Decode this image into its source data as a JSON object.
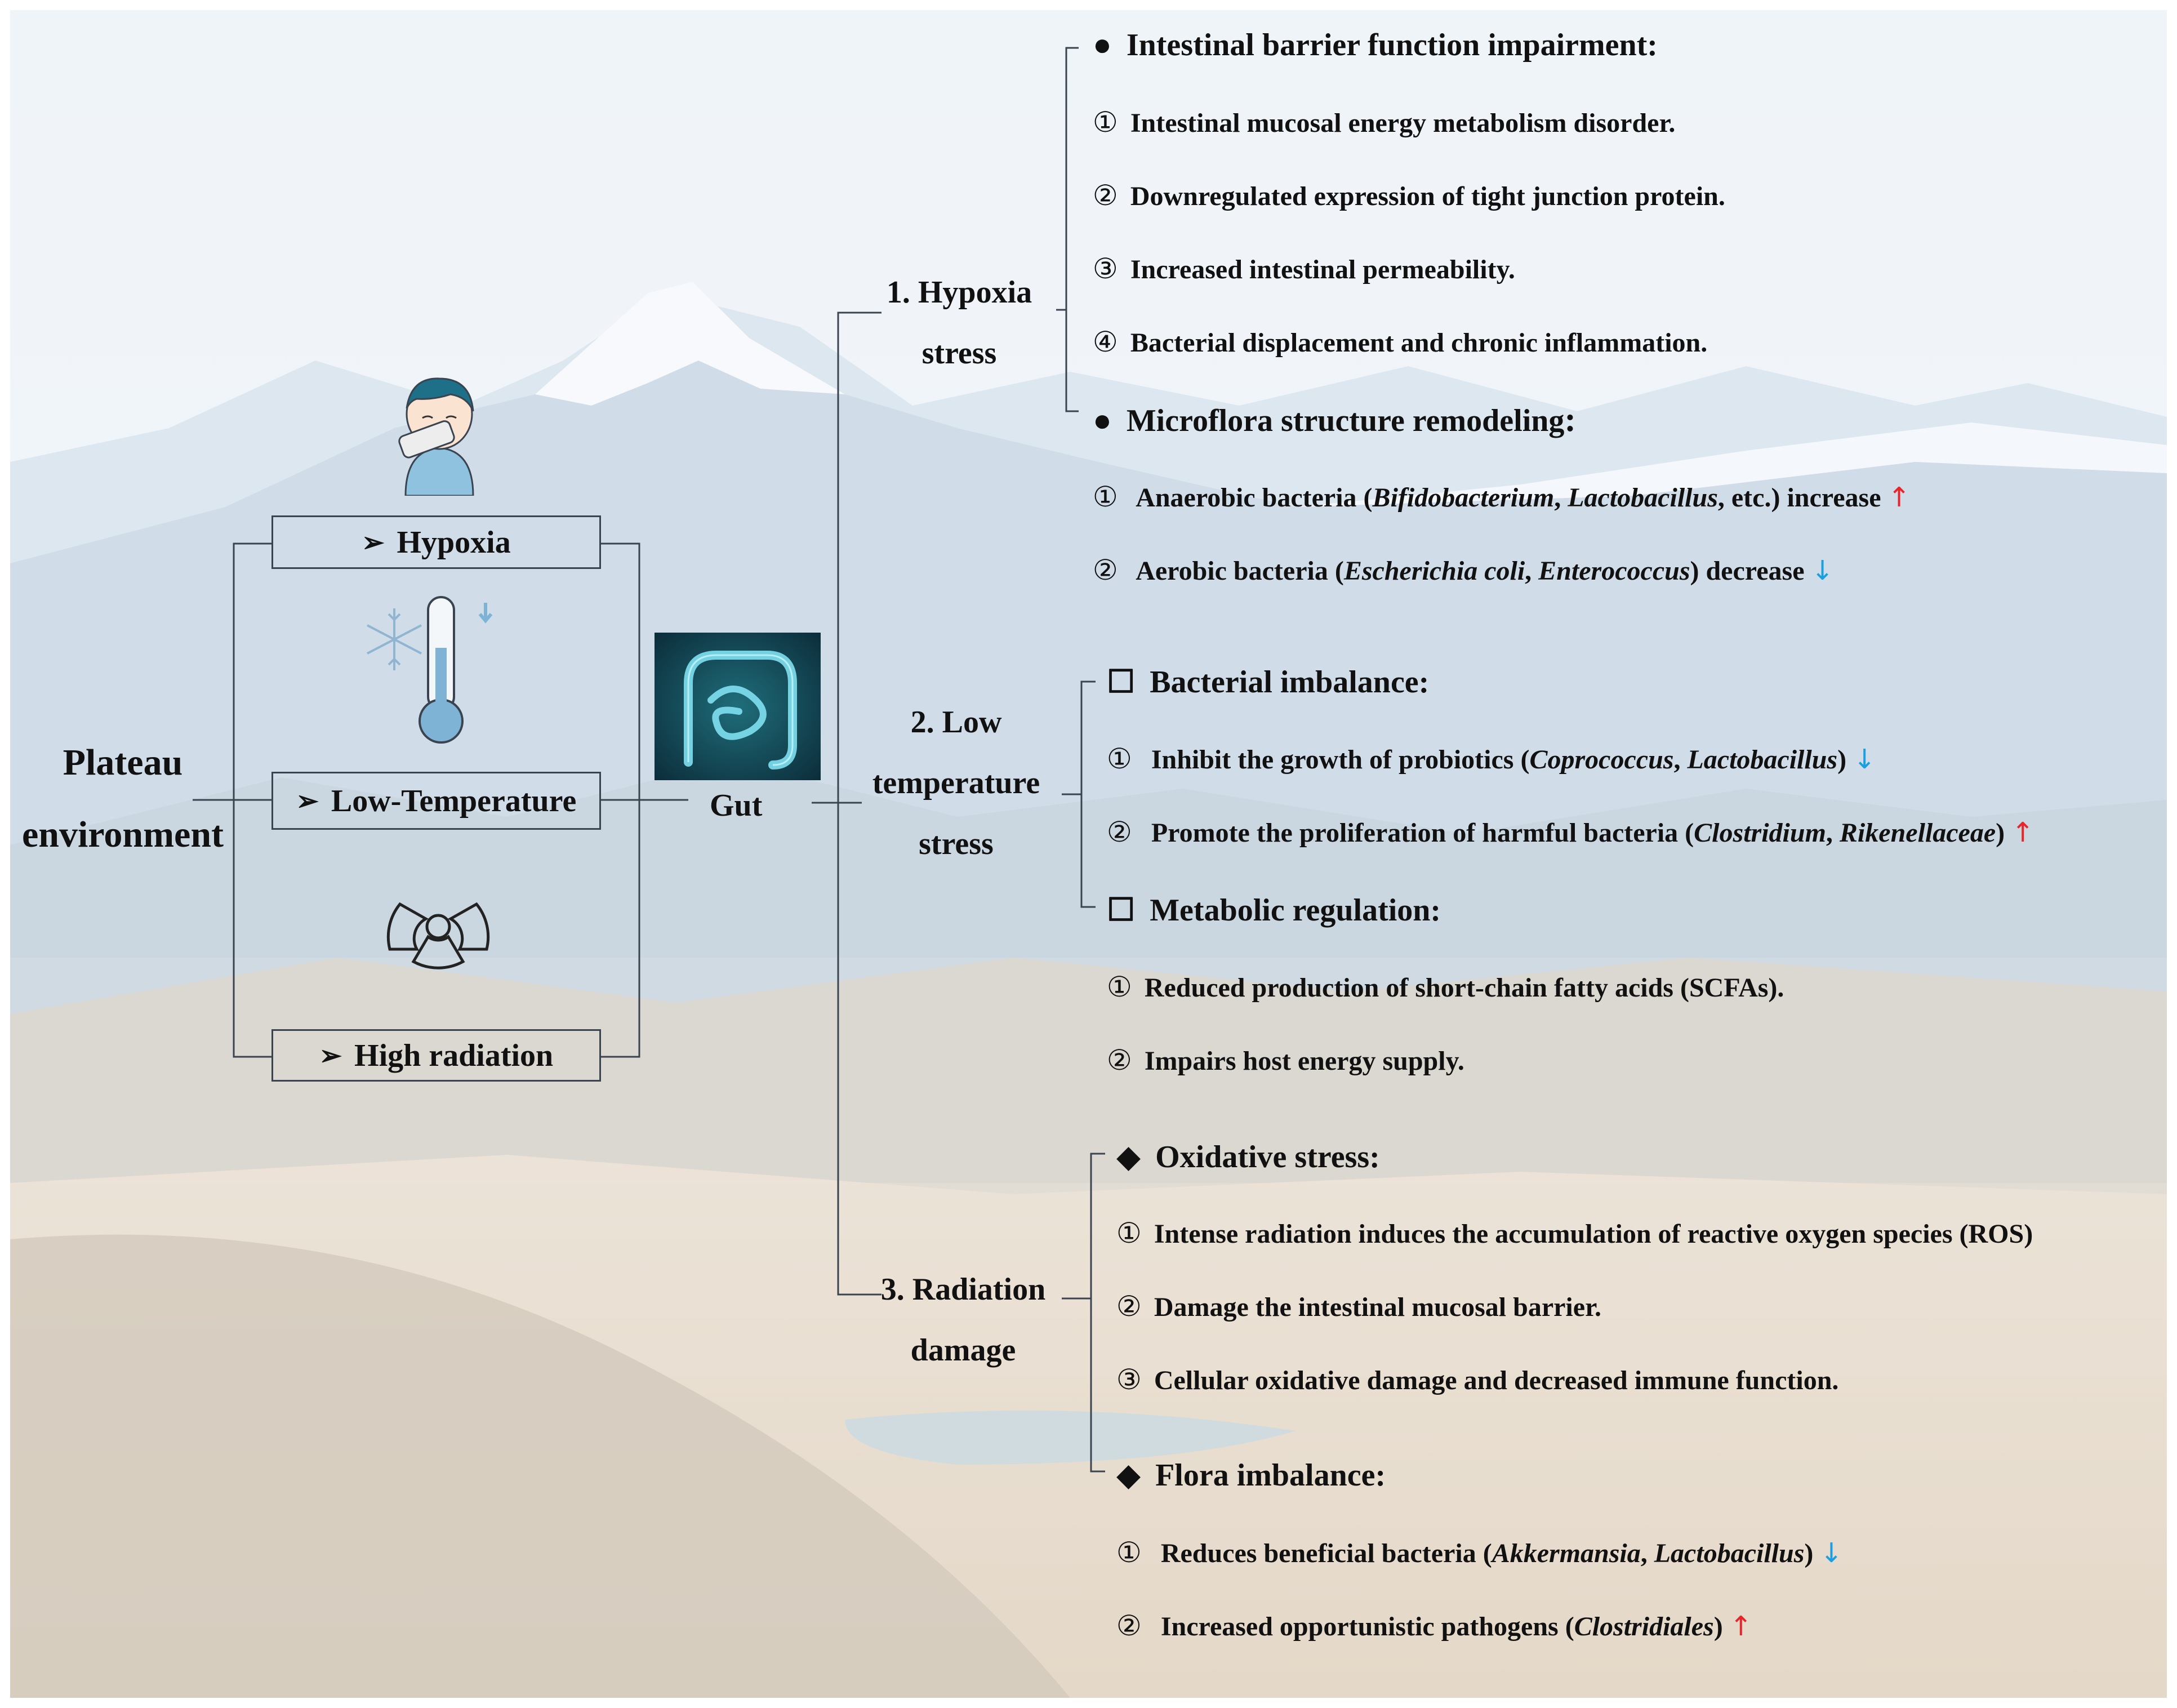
{
  "root": {
    "line1": "Plateau",
    "line2": "environment"
  },
  "factors": [
    {
      "arrow": "➢",
      "label": "Hypoxia"
    },
    {
      "arrow": "➢",
      "label": "Low-Temperature"
    },
    {
      "arrow": "➢",
      "label": "High radiation"
    }
  ],
  "gut": {
    "label": "Gut"
  },
  "branches": [
    {
      "line1": "1. Hypoxia",
      "line2": "stress"
    },
    {
      "line1": "2. Low",
      "line2": "temperature",
      "line3": "stress"
    },
    {
      "line1": "3. Radiation",
      "line2": "damage"
    }
  ],
  "sections": {
    "hypoxia": {
      "barrier": {
        "bullet": "●",
        "title": "Intestinal barrier function impairment:",
        "items": [
          {
            "num": "①",
            "text": "Intestinal mucosal energy metabolism disorder."
          },
          {
            "num": "②",
            "text": "Downregulated expression of tight junction protein."
          },
          {
            "num": "③",
            "text": "Increased intestinal permeability."
          },
          {
            "num": "④",
            "text": "Bacterial displacement and chronic inflammation."
          }
        ]
      },
      "microflora": {
        "bullet": "●",
        "title": "Microflora structure remodeling",
        "colon": ":",
        "items": [
          {
            "num": "①",
            "t1": "Anaerobic bacteria (",
            "s1": "Bifidobacterium",
            "t2": ", ",
            "s2": "Lactobacillus",
            "t3": ", etc.) increase",
            "arrow": "↑"
          },
          {
            "num": "②",
            "t1": "Aerobic bacteria (",
            "s1": "Escherichia coli",
            "t2": ", ",
            "s2": "Enterococcus",
            "t3": ")  decrease",
            "arrow": "↓"
          }
        ]
      }
    },
    "lowtemp": {
      "imbalance": {
        "bullet": "☐",
        "title": "Bacterial imbalance:",
        "items": [
          {
            "num": "①",
            "t1": "Inhibit the growth of probiotics (",
            "s1": "Coprococcus",
            "t2": ", ",
            "s2": "Lactobacillus",
            "t3": ")",
            "arrow": "↓"
          },
          {
            "num": "②",
            "t1": "Promote the proliferation of harmful bacteria (",
            "s1": "Clostridium",
            "t2": ", ",
            "s2": "Rikenellaceae",
            "t3": ")",
            "arrow": "↑"
          }
        ]
      },
      "metabolic": {
        "bullet": "☐",
        "title": "Metabolic regulation:",
        "items": [
          {
            "num": "①",
            "text": "Reduced production of short-chain fatty acids (SCFAs)."
          },
          {
            "num": "②",
            "text": "Impairs host energy supply."
          }
        ]
      }
    },
    "radiation": {
      "oxidative": {
        "bullet": "◆",
        "title": "Oxidative stress:",
        "items": [
          {
            "num": "①",
            "text": "Intense radiation induces the accumulation of reactive oxygen species (ROS)"
          },
          {
            "num": "②",
            "text": "Damage the intestinal mucosal barrier."
          },
          {
            "num": "③",
            "text": "Cellular oxidative damage and decreased immune function."
          }
        ]
      },
      "flora": {
        "bullet": "◆",
        "title": "Flora imbalance:",
        "items": [
          {
            "num": "①",
            "t1": "Reduces beneficial bacteria (",
            "s1": "Akkermansia",
            "t2": ", ",
            "s2": "Lactobacillus",
            "t3": ")",
            "arrow": "↓"
          },
          {
            "num": "②",
            "t1": "Increased opportunistic pathogens (",
            "s1": "Clostridiales",
            "t2": "",
            "s2": "",
            "t3": ")",
            "arrow": "↑"
          }
        ]
      }
    }
  },
  "colors": {
    "up_arrow": "#e8252b",
    "down_arrow": "#1aa0e0",
    "sky": "#dfe9f1",
    "mountain": "#9cb3c7",
    "plain": "#d8c4a8"
  }
}
